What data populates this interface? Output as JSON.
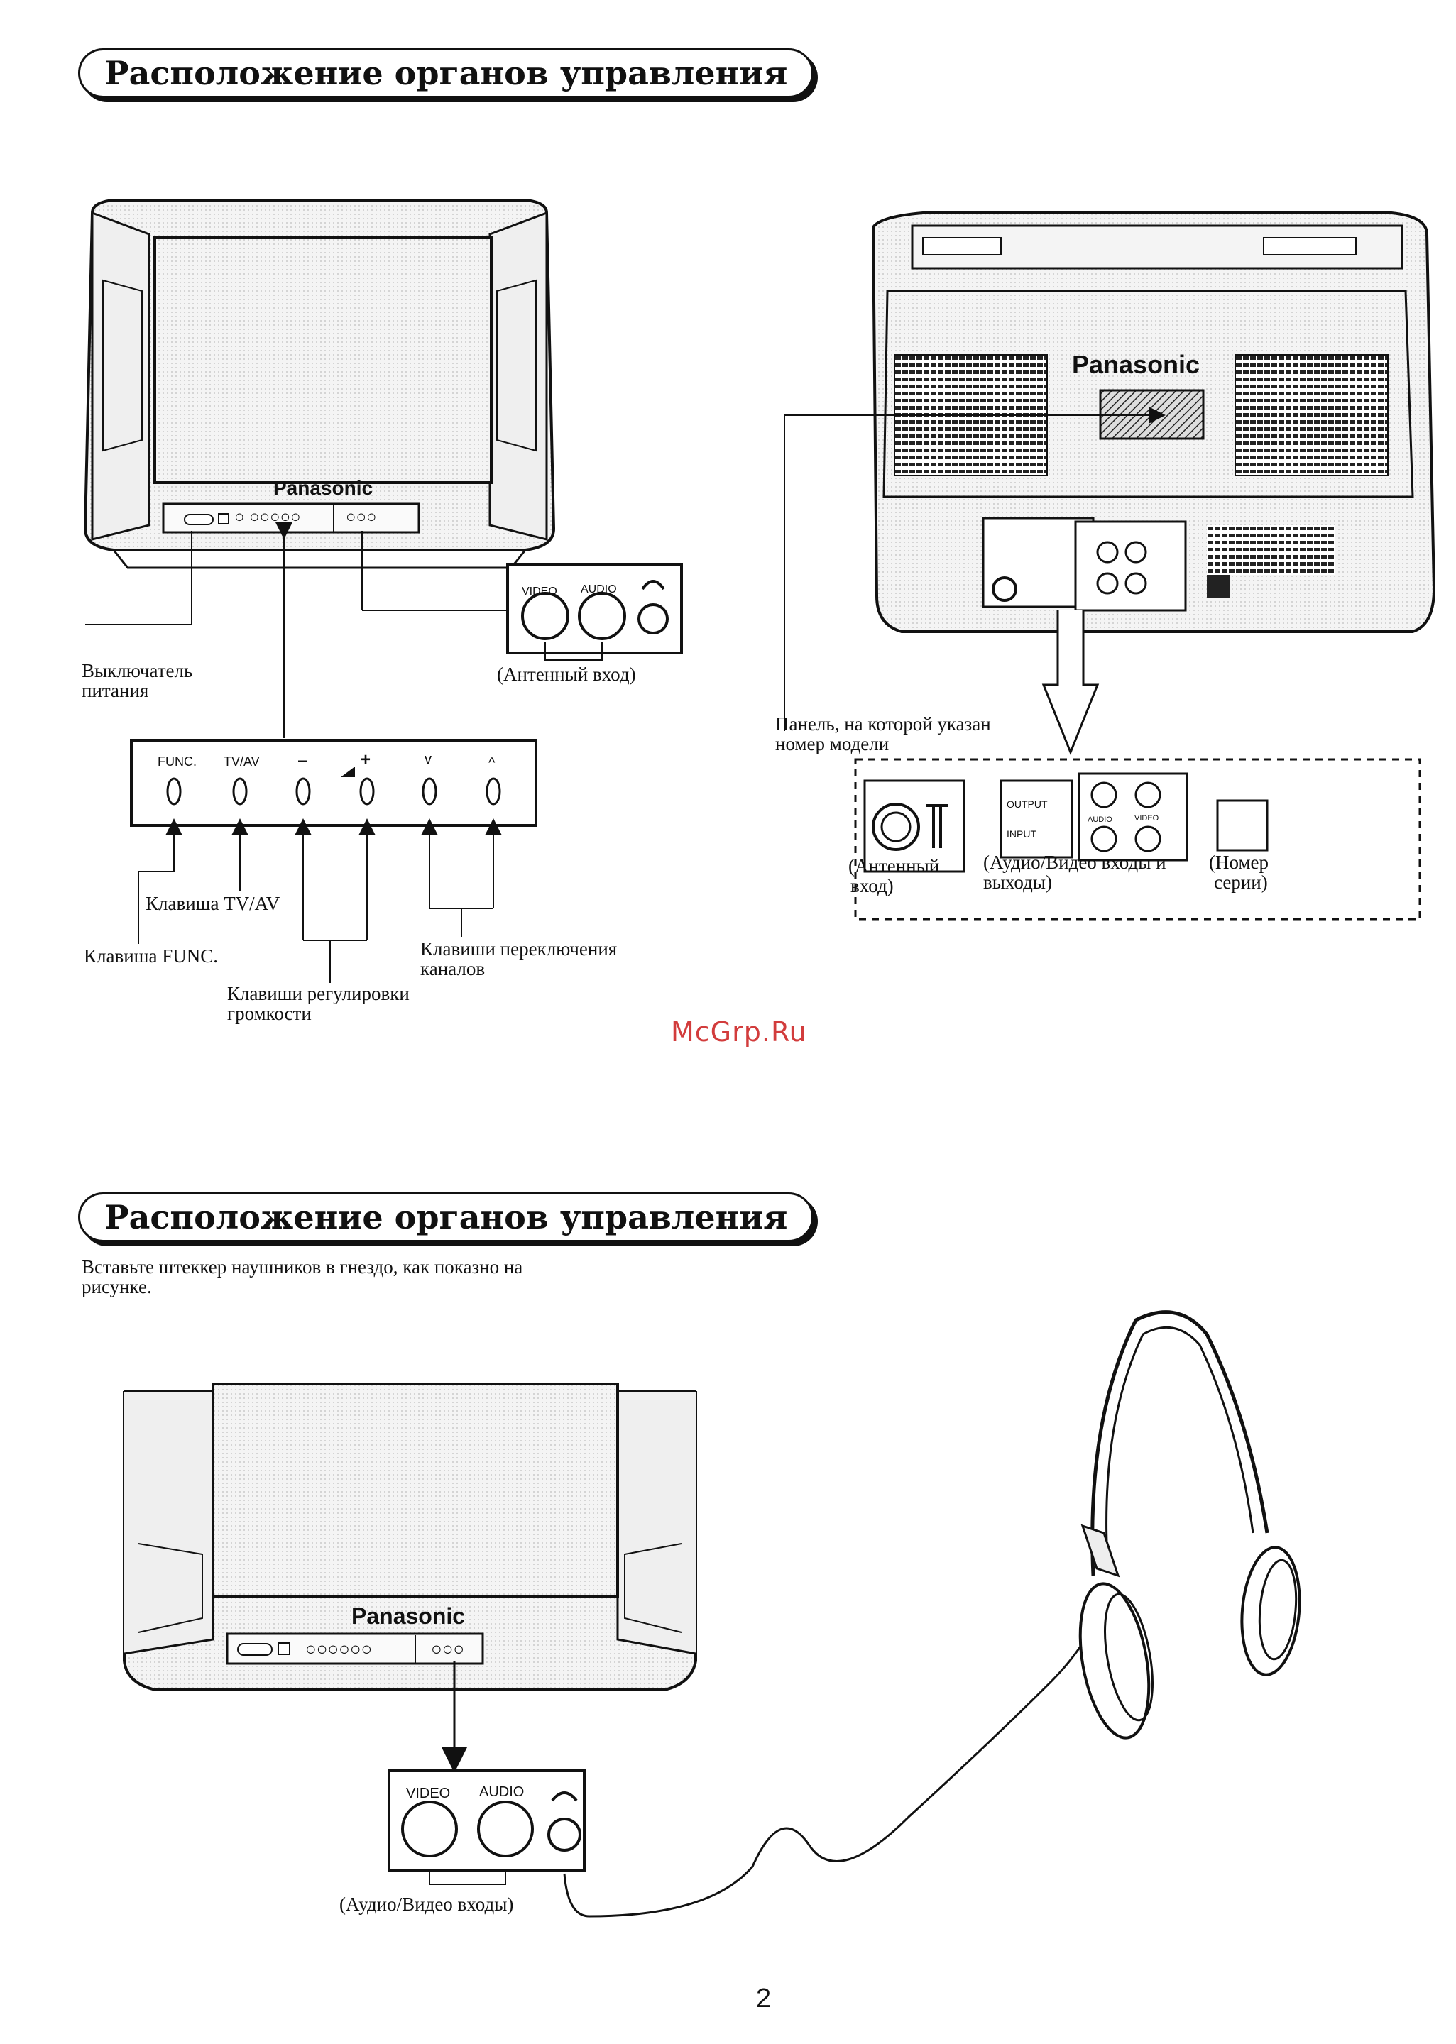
{
  "section1": {
    "title": "Расположение органов управления",
    "front_tv": {
      "brand": "Panasonic",
      "key_marks": "○ ○○○○○",
      "jack_marks": "○○○"
    },
    "jack_panel": {
      "video": "VIDEO",
      "audio": "AUDIO",
      "headphone_icon": "headphone-icon"
    },
    "labels": {
      "power_switch": [
        "Выключатель",
        "питания"
      ],
      "antenna_input": "(Антенный вход)",
      "tv_av_key": "Клавиша TV/AV",
      "func_key": "Клавиша FUNC.",
      "volume_keys": [
        "Клавиши регулировки",
        "громкости"
      ],
      "channel_keys": [
        "Клавиши переключения",
        "каналов"
      ]
    },
    "button_panel": {
      "func": "FUNC.",
      "tvav": "TV/AV",
      "minus": "–",
      "plus": "+",
      "down": "v",
      "up": "^"
    },
    "rear_tv": {
      "brand": "Panasonic",
      "model_panel_label": [
        "Панель, на которой указан",
        "номер модели"
      ],
      "output": "OUTPUT",
      "input": "INPUT",
      "audio": "AUDIO",
      "video": "VIDEO",
      "antenna_caption": [
        "(Антенный",
        "вход)"
      ],
      "av_caption": [
        "(Аудио/Видео входы и",
        "выходы)"
      ],
      "serial_caption": [
        "(Номер",
        "серии)"
      ]
    }
  },
  "watermark": "McGrp.Ru",
  "section2": {
    "title": "Расположение органов управления",
    "instruction": [
      "Вставьте штеккер наушников в гнездо, как показно на",
      "рисунке."
    ],
    "front_tv": {
      "brand": "Panasonic",
      "key_marks": "○○○○○○",
      "jack_marks": "○○○"
    },
    "jack_panel": {
      "video": "VIDEO",
      "audio": "AUDIO",
      "caption": "(Аудио/Видео входы)"
    }
  },
  "page_number": "2",
  "colors": {
    "ink": "#111111",
    "watermark": "#d23c3c",
    "screen_tint": "#e9e9e9"
  }
}
